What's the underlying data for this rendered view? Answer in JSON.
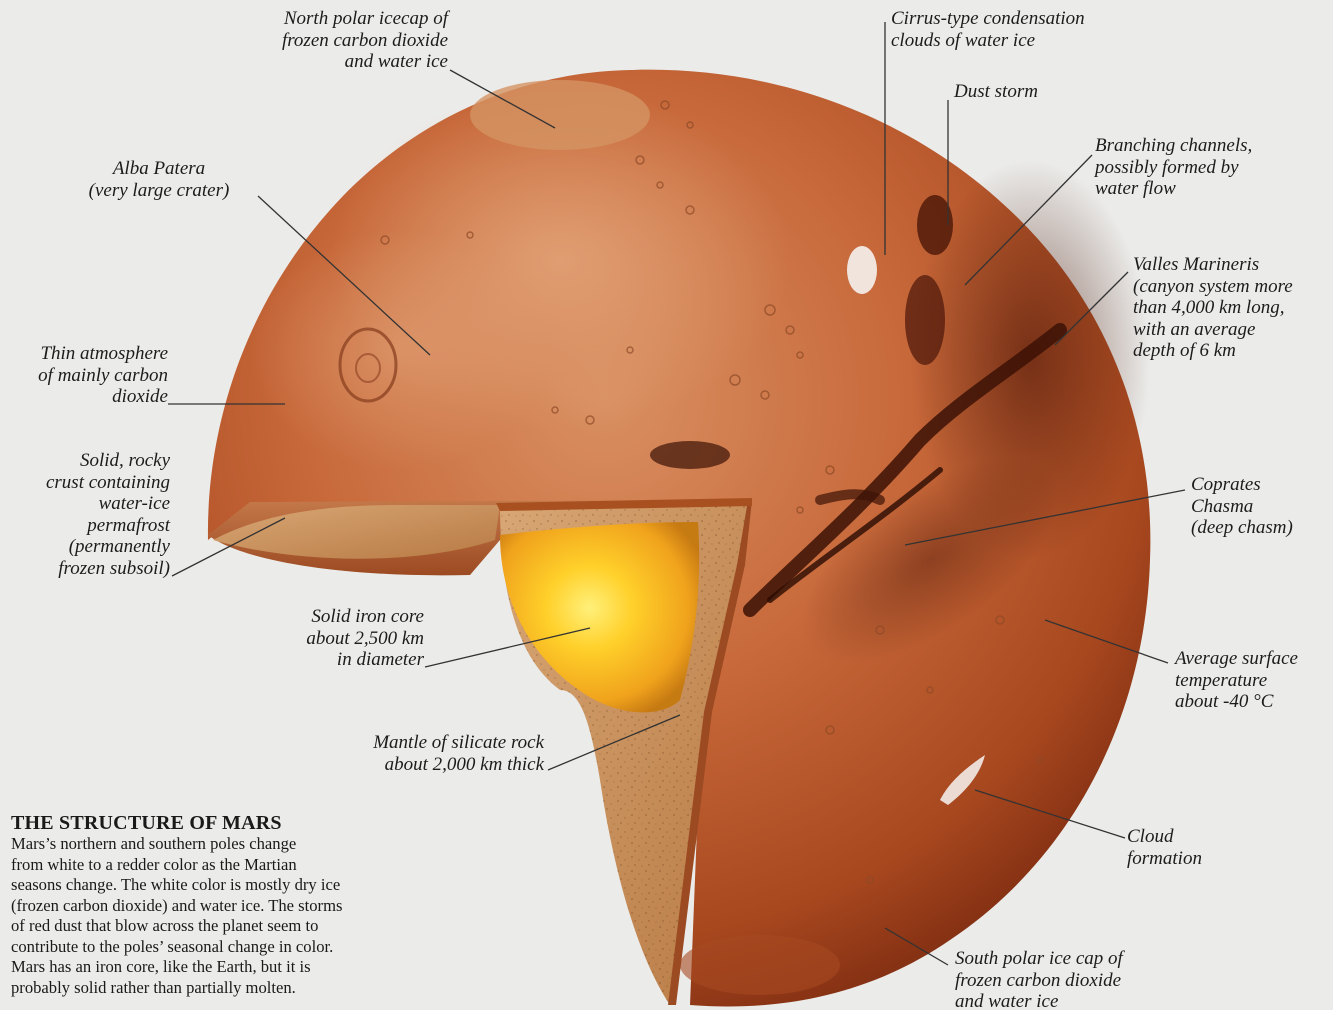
{
  "caption": {
    "title": "THE STRUCTURE OF MARS",
    "text": "Mars’s northern and southern poles change\nfrom white to a redder color as the Martian\nseasons change. The white color is mostly dry ice\n(frozen carbon dioxide) and water ice. The storms\nof red dust that blow across the planet seem to\ncontribute to the poles’ seasonal change in color.\nMars has an iron core, like the Earth, but it is\nprobably solid rather than partially molten."
  },
  "labels": {
    "north_polar_icecap": "North polar icecap of\nfrozen carbon dioxide\nand water ice",
    "alba_patera": "Alba Patera\n(very large crater)",
    "thin_atmosphere": "Thin atmosphere\nof mainly carbon\ndioxide",
    "rocky_crust": "Solid, rocky\ncrust containing\nwater-ice\npermafrost\n(permanently\nfrozen subsoil)",
    "iron_core": "Solid iron core\nabout 2,500 km\nin diameter",
    "mantle": "Mantle of silicate rock\nabout 2,000 km thick",
    "cirrus_clouds": "Cirrus-type condensation\nclouds of water ice",
    "dust_storm": "Dust storm",
    "branching_channels": "Branching channels,\npossibly formed by\nwater flow",
    "valles_marineris": "Valles Marineris\n(canyon system more\nthan 4,000 km long,\nwith an average\ndepth of 6 km",
    "coprates_chasma": "Coprates\nChasma\n(deep chasm)",
    "surface_temperature": "Average surface\ntemperature\nabout  -40 °C",
    "cloud_formation": "Cloud\nformation",
    "south_polar_icecap": "South polar ice cap of\nfrozen carbon dioxide\nand water ice"
  },
  "colors": {
    "background": "#ebebe9",
    "planet_light": "#d88a55",
    "planet_mid": "#b65427",
    "planet_dark": "#7a2a10",
    "mantle": "#c9935e",
    "core_center": "#ffe24a",
    "core_edge": "#d88a16"
  }
}
